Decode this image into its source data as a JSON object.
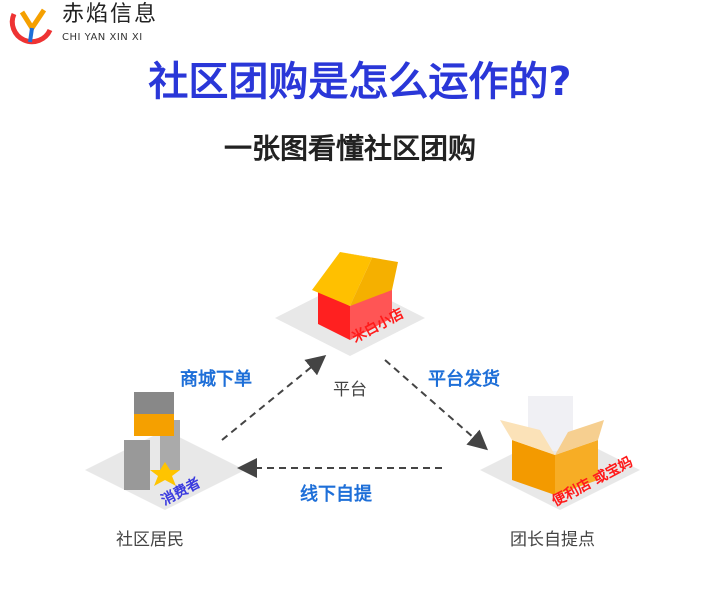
{
  "logo": {
    "name": "赤焰信息",
    "subtitle": "CHI YAN XIN XI"
  },
  "title": "社区团购是怎么运作的?",
  "subtitle": "一张图看懂社区团购",
  "nodes": {
    "platform": {
      "label": "平台",
      "tag": "米白小店"
    },
    "residents": {
      "label": "社区居民",
      "tag": "消费者"
    },
    "pickup": {
      "label": "团长自提点",
      "tag": "便利店 或宝妈"
    }
  },
  "edges": {
    "order": "商城下单",
    "ship": "平台发货",
    "pickup": "线下自提"
  },
  "colors": {
    "title": "#2a37d8",
    "edge": "#1e6fd8",
    "tag_red": "#ff1a1a",
    "tag_blue": "#3a3adf"
  }
}
